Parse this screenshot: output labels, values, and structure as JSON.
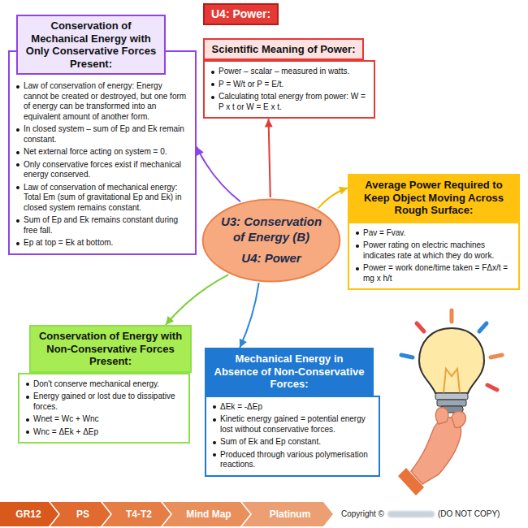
{
  "diagram": {
    "nodes": [
      {
        "text": [
          "U4: Power:",
          "Scientific Meaning of Power:",
          "Power – scalar – measured in watts.",
          "P = W/t or P = E/t.",
          "Calculating total energy from power: W = P x t or W = E x t."
        ]
      },
      {
        "text": [
          "Conservation of Mechanical Energy with Only Conservative Forces Present:",
          "Law of conservation of energy: Energy cannot be created or destroyed, but one form of energy can be transformed into an equivalent amount of another form.",
          "In closed system – sum of Ep and Ek remain constant.",
          "Net external force acting on system = 0.",
          "Only conservative forces exist if mechanical energy conserved.",
          "Law of conservation of mechanical energy: Total Em (sum of gravitational Ep and Ek) in closed system remains constant.",
          "Sum of Ep and Ek remains constant during free fall.",
          "Ep at top = Ek at bottom."
        ]
      },
      {
        "text": [
          "Average Power Required to Keep Object Moving Across Rough Surface:",
          "Pav = Fvav.",
          "Power rating on electric machines indicates rate at which they do work.",
          "Power = work done/time taken = FΔx/t = mg x h/t"
        ]
      },
      {
        "text": [
          "U3: Conservation of Energy (B)",
          "U4: Power"
        ]
      },
      {
        "text": [
          "Conservation of Energy with Non-Conservative Forces Present:",
          "Don't conserve mechanical energy.",
          "Energy gained or lost due to dissipative forces.",
          "Wnet = Wc + Wnc",
          "Wnc = ΔEk + ΔEp"
        ]
      },
      {
        "text": [
          "Mechanical Energy in Absence of Non-Conservative Forces:",
          "ΔEk = -ΔEp",
          "Kinetic energy gained = potential energy lost without conservative forces.",
          "Sum of Ek and Ep constant.",
          "Produced through various polymerisation reactions."
        ]
      },
      {
        "text": [
          "GR12"
        ]
      },
      {
        "text": [
          "PS"
        ]
      },
      {
        "text": [
          "T4-T2"
        ]
      },
      {
        "text": [
          "Mind Map"
        ]
      },
      {
        "text": [
          "Platinum"
        ]
      }
    ],
    "edges": [
      {
        "from": 3,
        "to": 1,
        "arrow": "to"
      },
      {
        "from": 3,
        "to": 0,
        "arrow": "to"
      },
      {
        "from": 3,
        "to": 2,
        "arrow": "to"
      },
      {
        "from": 3,
        "to": 4,
        "arrow": "to"
      },
      {
        "from": 3,
        "to": 5,
        "arrow": "to"
      }
    ],
    "labels": [
      "Copyright ©",
      "(DO NOT COPY)"
    ]
  }
}
